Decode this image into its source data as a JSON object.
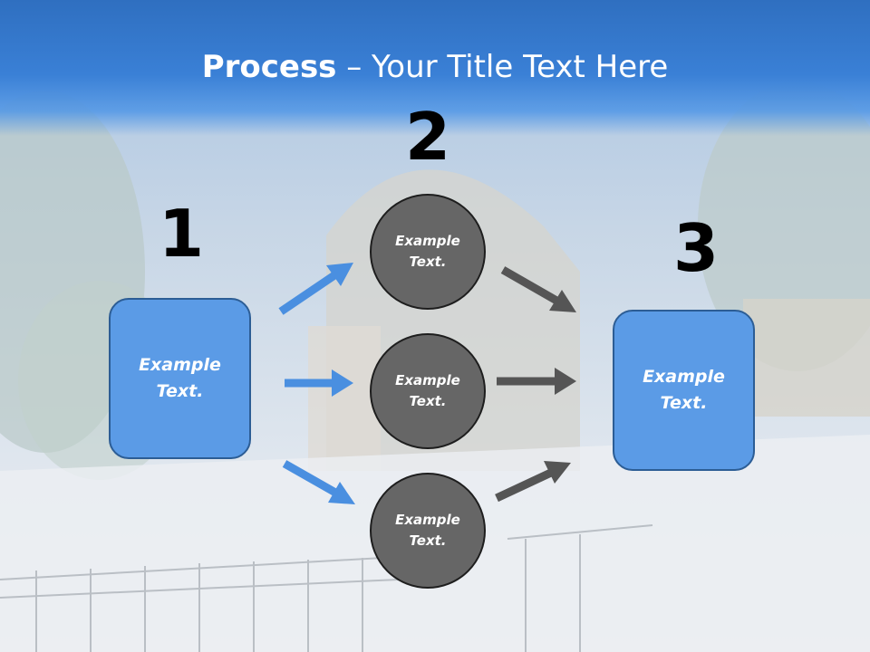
{
  "title": {
    "bold": "Process",
    "rest": " – Your Title Text Here"
  },
  "steps": {
    "one": "1",
    "two": "2",
    "three": "3"
  },
  "left_box": {
    "line1": "Example",
    "line2": "Text."
  },
  "right_box": {
    "line1": "Example",
    "line2": "Text."
  },
  "circles": [
    {
      "line1": "Example",
      "line2": "Text."
    },
    {
      "line1": "Example",
      "line2": "Text."
    },
    {
      "line1": "Example",
      "line2": "Text."
    }
  ],
  "colors": {
    "title_band": "#3a80d6",
    "box_fill": "#5b9be6",
    "circle_fill": "#666666",
    "blue_arrow": "#4a8fe0",
    "gray_arrow": "#555555"
  }
}
